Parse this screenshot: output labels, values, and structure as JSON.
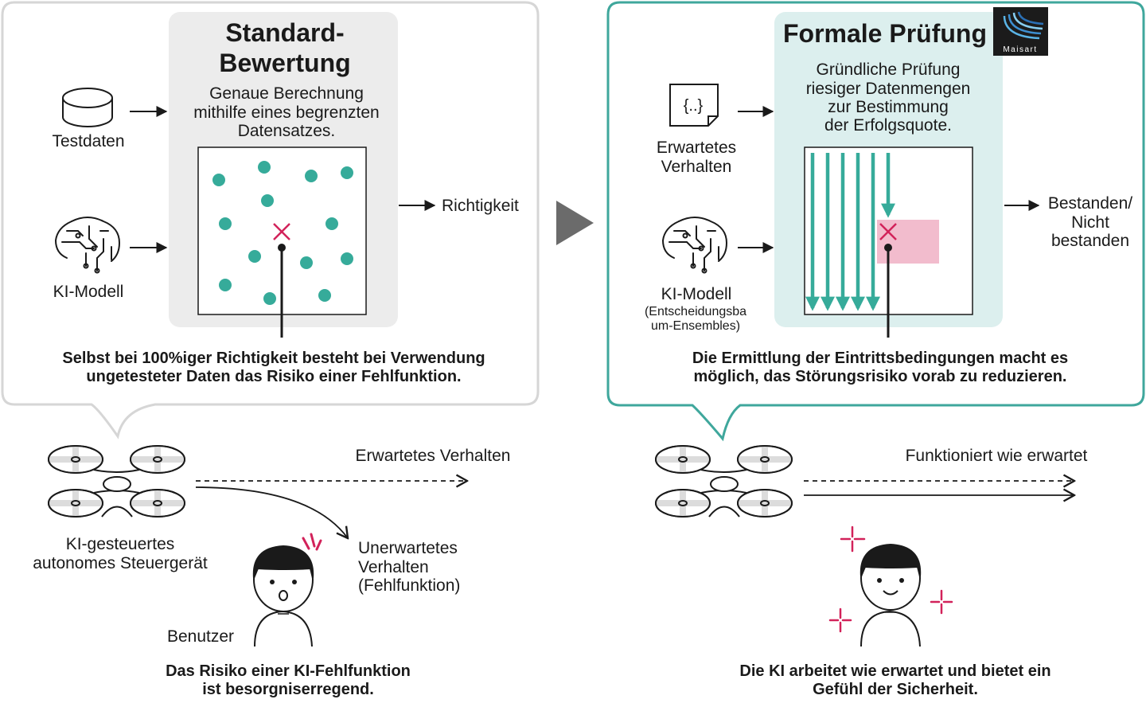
{
  "colors": {
    "teal": "#36ab9a",
    "teal_border": "#3fa79c",
    "panel_gray": "#ececec",
    "panel_teal": "#dcefee",
    "gray_border": "#d6d6d6",
    "magenta": "#d2225a",
    "pink_zone": "#f2bccd",
    "arrow_gray": "#6b6b6b"
  },
  "icons": {
    "database": "database-cylinder-icon",
    "ai_model": "circuit-head-icon",
    "json_doc": "json-document-icon",
    "drone": "quadcopter-drone-icon",
    "user": "user-face-icon",
    "sparkle": "sparkle-icon",
    "maisart": "maisart-logo"
  },
  "left": {
    "title_line1": "Standard-",
    "title_line2": "Bewertung",
    "desc_line1": "Genaue Berechnung",
    "desc_line2": "mithilfe eines begrenzten",
    "desc_line3": "Datensatzes.",
    "input1": "Testdaten",
    "input2": "KI-Modell",
    "output": "Richtigkeit",
    "note_line1": "Selbst bei 100%iger Richtigkeit besteht bei Verwendung",
    "note_line2": "ungetesteter Daten das Risiko einer Fehlfunktion."
  },
  "right": {
    "title": "Formale Prüfung",
    "logo_text": "Maisart",
    "desc_line1": "Gründliche Prüfung",
    "desc_line2": "riesiger Datenmengen",
    "desc_line3": "zur Bestimmung",
    "desc_line4": "der Erfolgsquote.",
    "input1_icon_text": "{..}",
    "input1_line1": "Erwartetes",
    "input1_line2": "Verhalten",
    "input2": "KI-Modell",
    "input2_sub_line1": "(Entscheidungsba",
    "input2_sub_line2": "um-Ensembles)",
    "output_line1": "Bestanden/",
    "output_line2": "Nicht",
    "output_line3": "bestanden",
    "note_line1": "Die Ermittlung der Eintrittsbedingungen macht es",
    "note_line2": "möglich, das Störungsrisiko vorab zu reduzieren."
  },
  "bottom_left": {
    "expected": "Erwartetes Verhalten",
    "device_line1": "KI-gesteuertes",
    "device_line2": "autonomes Steuergerät",
    "unexpected_line1": "Unerwartetes",
    "unexpected_line2": "Verhalten",
    "unexpected_line3": "(Fehlfunktion)",
    "user": "Benutzer",
    "caption_line1": "Das Risiko einer KI-Fehlfunktion",
    "caption_line2": "ist besorgniserregend."
  },
  "bottom_right": {
    "works": "Funktioniert wie erwartet",
    "caption_line1": "Die KI arbeitet wie erwartet und bietet ein",
    "caption_line2": "Gefühl der Sicherheit."
  }
}
